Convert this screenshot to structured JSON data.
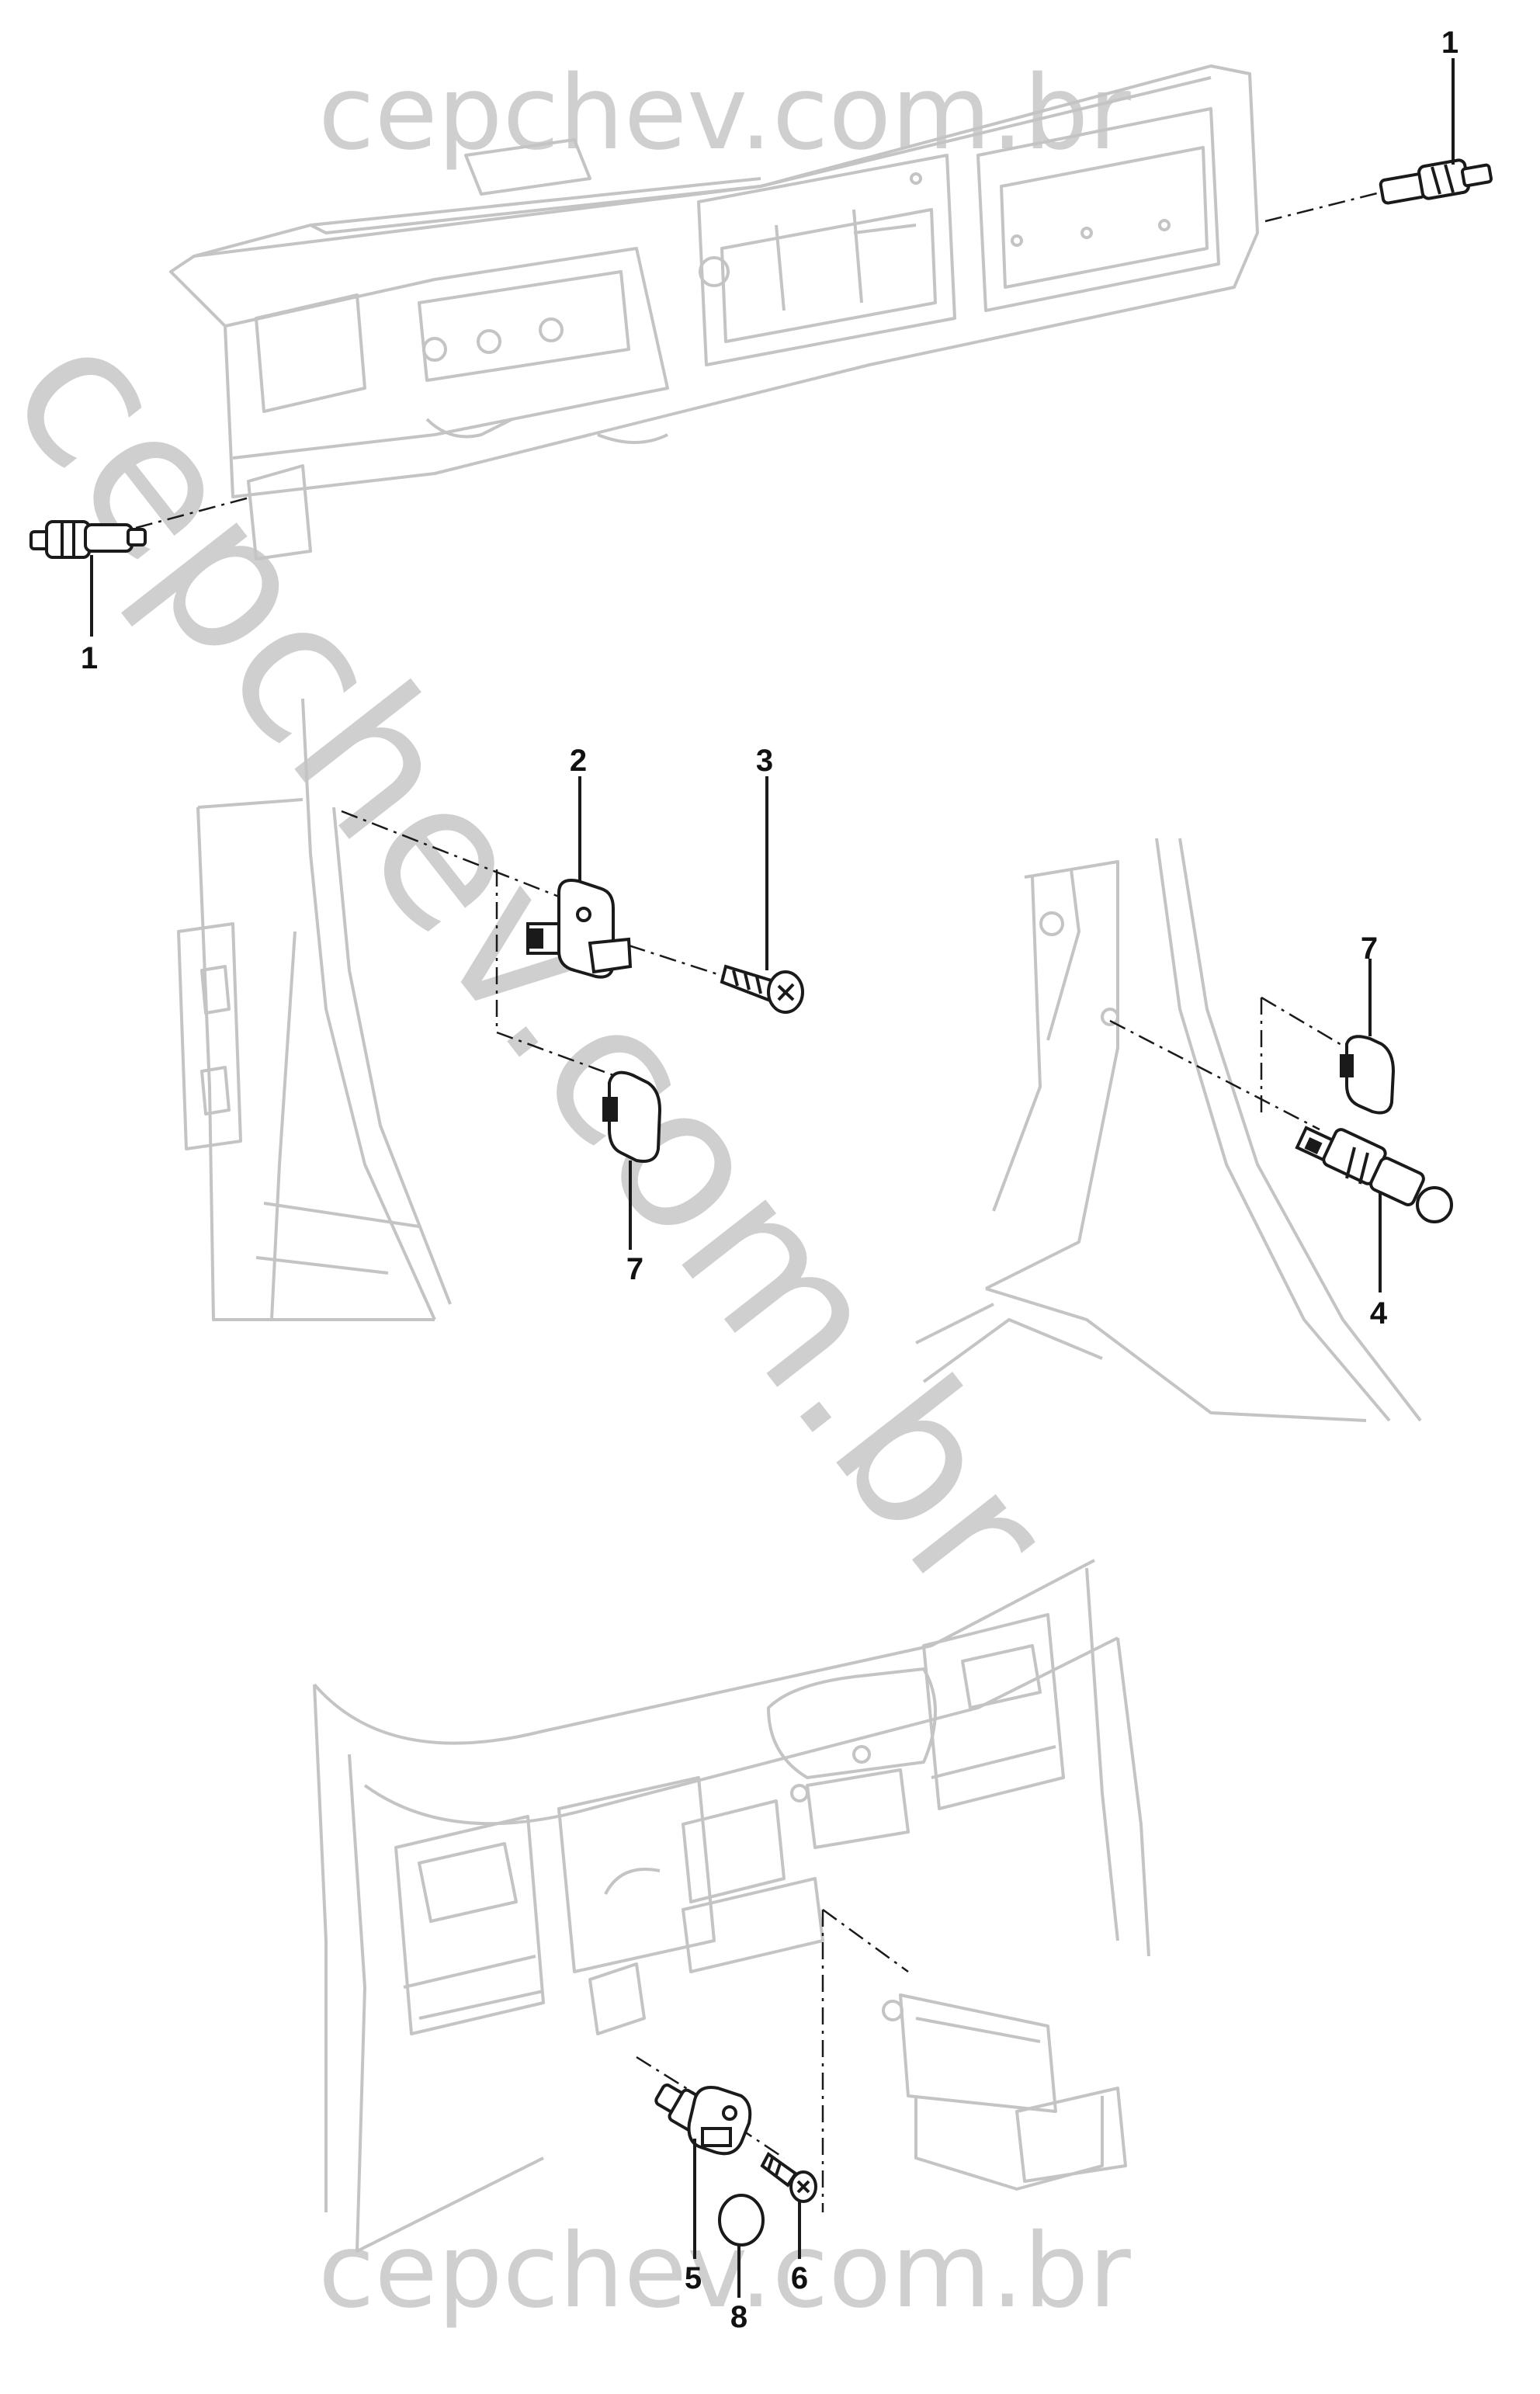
{
  "watermarks": {
    "top": "cepchev.com.br",
    "diagonal": "cepchev.com.br",
    "bottom": "cepchev.com.br"
  },
  "callouts": {
    "c1_top": "1",
    "c1_left": "1",
    "c2": "2",
    "c3": "3",
    "c7_mid": "7",
    "c7_right": "7",
    "c4": "4",
    "c5": "5",
    "c6": "6",
    "c8": "8"
  },
  "colors": {
    "line_art": "#c4c4c4",
    "parts": "#1a1a1a",
    "watermark": "#cfcfcf"
  }
}
